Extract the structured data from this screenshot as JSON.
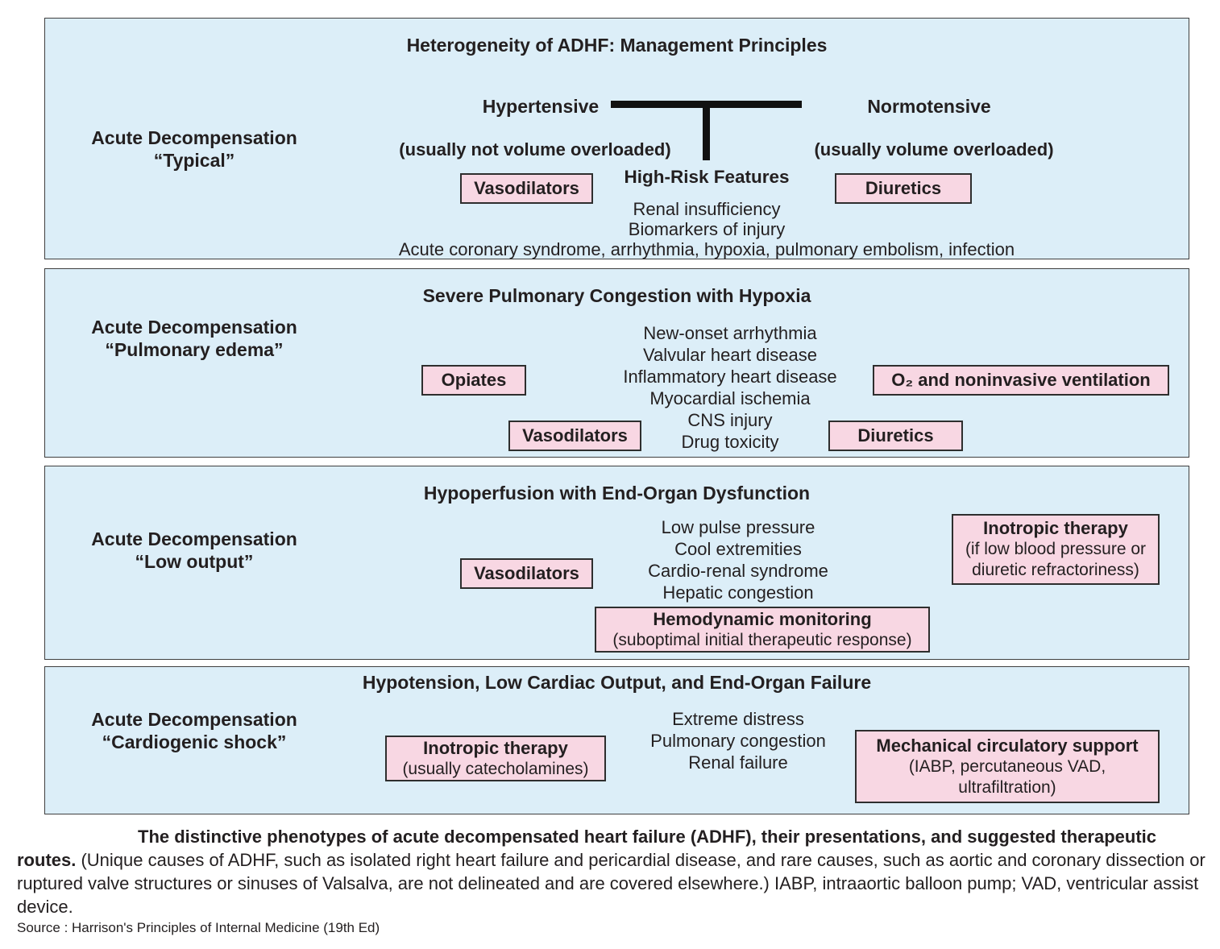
{
  "colors": {
    "panel_bg": "#dceef8",
    "panel_border": "#3f3f3f",
    "box_bg": "#f8d7e3",
    "box_border": "#2e2e2e",
    "connector": "#111111",
    "text": "#231f20"
  },
  "panel1": {
    "title": "Heterogeneity of ADHF: Management Principles",
    "label_line1": "Acute Decompensation",
    "label_line2": "“Typical”",
    "hypertensive_label": "Hypertensive",
    "hypertensive_note": "(usually not volume overloaded)",
    "hypertensive_therapy": "Vasodilators",
    "normotensive_label": "Normotensive",
    "normotensive_note": "(usually volume overloaded)",
    "normotensive_therapy": "Diuretics",
    "high_risk_title": "High-Risk Features",
    "high_risk_items": [
      "Renal insufficiency",
      "Biomarkers of injury",
      "Acute coronary syndrome, arrhythmia, hypoxia, pulmonary embolism, infection"
    ]
  },
  "panel2": {
    "title": "Severe Pulmonary Congestion with Hypoxia",
    "label_line1": "Acute Decompensation",
    "label_line2": "“Pulmonary edema”",
    "symptoms": [
      "New-onset arrhythmia",
      "Valvular heart disease",
      "Inflammatory heart disease",
      "Myocardial ischemia",
      "CNS injury",
      "Drug toxicity"
    ],
    "therapy_opiates": "Opiates",
    "therapy_o2": "O₂ and noninvasive ventilation",
    "therapy_vasodilators": "Vasodilators",
    "therapy_diuretics": "Diuretics"
  },
  "panel3": {
    "title": "Hypoperfusion with End-Organ Dysfunction",
    "label_line1": "Acute Decompensation",
    "label_line2": "“Low output”",
    "symptoms": [
      "Low pulse pressure",
      "Cool extremities",
      "Cardio-renal syndrome",
      "Hepatic congestion"
    ],
    "therapy_vasodilators": "Vasodilators",
    "inotropic_title": "Inotropic therapy",
    "inotropic_sub": "(if low blood pressure or diuretic refractoriness)",
    "hemodynamic_title": "Hemodynamic monitoring",
    "hemodynamic_sub": "(suboptimal initial therapeutic response)"
  },
  "panel4": {
    "title": "Hypotension, Low Cardiac Output, and End-Organ Failure",
    "label_line1": "Acute Decompensation",
    "label_line2": "“Cardiogenic shock”",
    "symptoms": [
      "Extreme distress",
      "Pulmonary congestion",
      "Renal failure"
    ],
    "inotropic_title": "Inotropic therapy",
    "inotropic_sub": "(usually catecholamines)",
    "mcs_title": "Mechanical circulatory support",
    "mcs_sub": "(IABP, percutaneous VAD, ultrafiltration)"
  },
  "caption": {
    "bold": "The distinctive phenotypes of acute decompensated heart failure (ADHF), their presentations, and suggested therapeutic routes.",
    "regular": " (Unique causes of ADHF, such as isolated right heart failure and pericardial disease, and rare causes, such as aortic and coronary dissection or ruptured valve structures or sinuses of Valsalva, are not delineated and are covered elsewhere.) IABP, intraaortic balloon pump; VAD, ventricular assist device."
  },
  "source": "Source : Harrison's Principles of Internal Medicine (19th Ed)"
}
